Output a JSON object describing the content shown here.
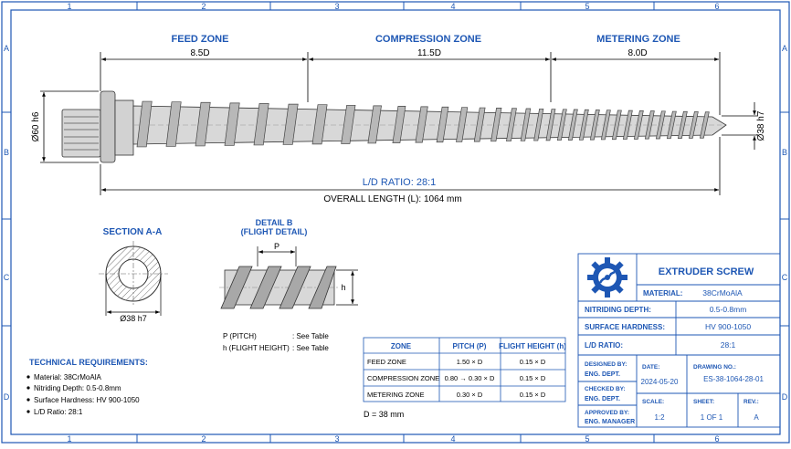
{
  "colors": {
    "line": "#1e57b4",
    "text": "#000000",
    "accent": "#1e57b4",
    "paper": "#ffffff"
  },
  "grid": {
    "cols": [
      "1",
      "2",
      "3",
      "4",
      "5",
      "6"
    ],
    "rows": [
      "A",
      "B",
      "C",
      "D"
    ]
  },
  "zones": {
    "feed": "FEED ZONE",
    "compression": "COMPRESSION ZONE",
    "metering": "METERING ZONE"
  },
  "zone_lengths": {
    "feed": "8.5D",
    "compression": "11.5D",
    "metering": "8.0D"
  },
  "main_dims": {
    "shank_dia": "Ø60 h6",
    "tip_dia": "Ø38 h7",
    "ld_ratio": "L/D RATIO: 28:1",
    "overall_length": "OVERALL LENGTH (L): 1064 mm"
  },
  "section": {
    "title": "SECTION A-A",
    "dia": "Ø38 h7"
  },
  "detail": {
    "title_1": "DETAIL B",
    "title_2": "(FLIGHT DETAIL)",
    "p_label": "P",
    "h_label": "h"
  },
  "legend": {
    "p_text": "P  (PITCH)",
    "p_val": ": See Table",
    "h_text": "h  (FLIGHT HEIGHT)",
    "h_val": ": See Table"
  },
  "requirements": {
    "title": "TECHNICAL REQUIREMENTS:",
    "items": [
      "Material: 38CrMoAlA",
      "Nitriding Depth: 0.5-0.8mm",
      "Surface Hardness: HV 900-1050",
      "L/D Ratio: 28:1"
    ]
  },
  "table": {
    "headers": [
      "ZONE",
      "PITCH (P)",
      "FLIGHT HEIGHT (h)"
    ],
    "rows": [
      [
        "FEED ZONE",
        "1.50 × D",
        "0.15 × D"
      ],
      [
        "COMPRESSION ZONE",
        "0.80 → 0.30 × D",
        "0.15 × D"
      ],
      [
        "METERING ZONE",
        "0.30 × D",
        "0.15 × D"
      ]
    ],
    "note": "D = 38 mm"
  },
  "title_block": {
    "title": "EXTRUDER SCREW",
    "material_label": "MATERIAL:",
    "material_value": "38CrMoAlA",
    "nitriding_label": "NITRIDING DEPTH:",
    "nitriding_value": "0.5-0.8mm",
    "hardness_label": "SURFACE HARDNESS:",
    "hardness_value": "HV 900-1050",
    "ld_label": "L/D RATIO:",
    "ld_value": "28:1",
    "designed_label": "DESIGNED BY:",
    "designed_value": "ENG. DEPT.",
    "checked_label": "CHECKED BY:",
    "checked_value": "ENG. DEPT.",
    "approved_label": "APPROVED BY:",
    "approved_value": "ENG. MANAGER",
    "date_label": "DATE:",
    "date_value": "2024-05-20",
    "drawing_label": "DRAWING NO.:",
    "drawing_value": "ES-38-1064-28-01",
    "scale_label": "SCALE:",
    "scale_value": "1:2",
    "sheet_label": "SHEET:",
    "sheet_value": "1 OF 1",
    "rev_label": "REV.:",
    "rev_value": "A"
  }
}
